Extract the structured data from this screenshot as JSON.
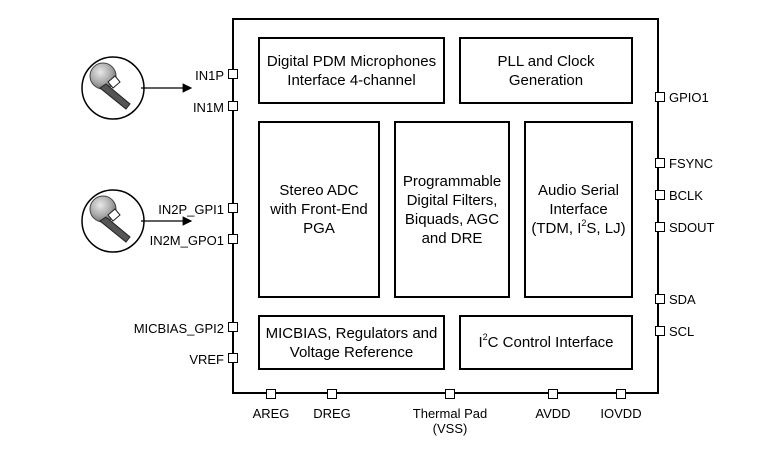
{
  "blocks": {
    "pdm": "Digital PDM Microphones Interface 4-channel",
    "pll": "PLL and Clock Generation",
    "adc": "Stereo ADC with Front-End PGA",
    "dsp": "Programmable Digital Filters, Biquads, AGC and DRE",
    "asi_pre": "Audio Serial Interface (TDM, I",
    "asi_sup": "2",
    "asi_post": "S, LJ)",
    "micbias": "MICBIAS, Regulators and Voltage Reference",
    "i2c_pre": "I",
    "i2c_sup": "2",
    "i2c_post": "C Control Interface"
  },
  "pins_left": {
    "in1p": "IN1P",
    "in1m": "IN1M",
    "in2p": "IN2P_GPI1",
    "in2m": "IN2M_GPO1",
    "micbias": "MICBIAS_GPI2",
    "vref": "VREF"
  },
  "pins_right": {
    "gpio1": "GPIO1",
    "fsync": "FSYNC",
    "bclk": "BCLK",
    "sdout": "SDOUT",
    "sda": "SDA",
    "scl": "SCL"
  },
  "pins_bottom": {
    "areg": "AREG",
    "dreg": "DREG",
    "thermal_line1": "Thermal Pad",
    "thermal_line2": "(VSS)",
    "avdd": "AVDD",
    "iovdd": "IOVDD"
  },
  "icons": [
    "microphone-icon",
    "microphone-icon"
  ]
}
